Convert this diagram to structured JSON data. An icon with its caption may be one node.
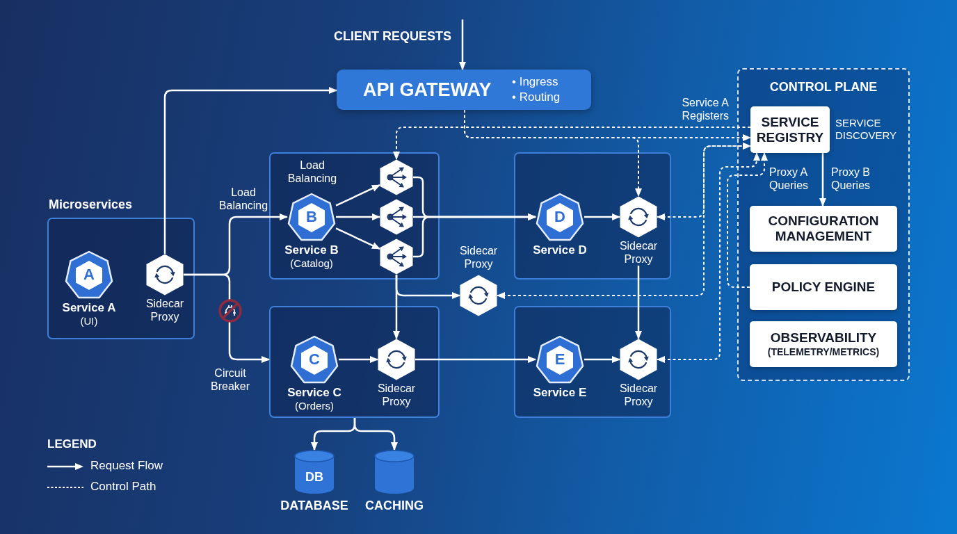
{
  "diagram": {
    "nodes": [
      {
        "text": [
          "API GATEWAY",
          "• Ingress",
          "• Routing"
        ]
      },
      {
        "text": [
          "Microservices"
        ]
      },
      {
        "text": [
          "A"
        ],
        "in": 1,
        "beside": [
          "Service A",
          "(UI)"
        ]
      },
      {
        "text": [],
        "shape": "hexagon",
        "in": 1,
        "beside": [
          "Sidecar Proxy"
        ]
      },
      {
        "text": [
          "Load Balancing"
        ]
      },
      {
        "text": [
          "B"
        ],
        "in": 4,
        "beside": [
          "Service B",
          "(Catalog)"
        ]
      },
      {
        "text": [],
        "shape": "hexagon",
        "in": 4
      },
      {
        "text": [],
        "shape": "hexagon",
        "in": 4
      },
      {
        "text": [],
        "shape": "hexagon",
        "in": 4
      },
      {
        "text": [],
        "shape": "box"
      },
      {
        "text": [
          "D"
        ],
        "in": 9,
        "beside": [
          "Service D"
        ]
      },
      {
        "text": [],
        "shape": "hexagon",
        "in": 9,
        "beside": [
          "Sidecar Proxy"
        ]
      },
      {
        "text": [],
        "shape": "hexagon",
        "beside": [
          "Sidecar Proxy"
        ]
      },
      {
        "text": [],
        "shape": "box"
      },
      {
        "text": [
          "C"
        ],
        "in": 13,
        "beside": [
          "Service C",
          "(Orders)"
        ]
      },
      {
        "text": [],
        "shape": "hexagon",
        "in": 13,
        "beside": [
          "Sidecar Proxy"
        ]
      },
      {
        "text": [],
        "shape": "box"
      },
      {
        "text": [
          "E"
        ],
        "in": 16,
        "beside": [
          "Service E"
        ]
      },
      {
        "text": [],
        "shape": "hexagon",
        "in": 16,
        "beside": [
          "Sidecar Proxy"
        ]
      },
      {
        "text": [
          "CONTROL PLANE"
        ]
      },
      {
        "text": [
          "SERVICE REGISTRY"
        ],
        "in": 19,
        "beside": [
          "SERVICE DISCOVERY"
        ]
      },
      {
        "text": [
          "CONFIGURATION MANAGEMENT"
        ],
        "in": 19
      },
      {
        "text": [
          "POLICY ENGINE"
        ],
        "in": 19
      },
      {
        "text": [
          "OBSERVABILITY",
          "(TELEMETRY/METRICS)"
        ],
        "in": 19
      },
      {
        "text": [
          "DB"
        ],
        "beside": [
          "DATABASE"
        ]
      },
      {
        "text": [],
        "shape": "cylinder",
        "beside": [
          "CACHING"
        ]
      }
    ],
    "edges": [
      {
        "from": null,
        "to": 0,
        "arrow": "to",
        "label": "CLIENT REQUESTS"
      },
      {
        "from": 3,
        "to": 0,
        "arrow": "to"
      },
      {
        "from": 3,
        "to": 5,
        "arrow": "to",
        "label": "Load Balancing"
      },
      {
        "from": 3,
        "to": 13,
        "arrow": "to",
        "label": "Circuit Breaker"
      },
      {
        "from": 5,
        "to": 6,
        "arrow": "to"
      },
      {
        "from": 5,
        "to": 7,
        "arrow": "to"
      },
      {
        "from": 5,
        "to": 8,
        "arrow": "to"
      },
      {
        "from": 6,
        "to": 10,
        "arrow": "to"
      },
      {
        "from": 7,
        "to": 10,
        "arrow": "to"
      },
      {
        "from": 8,
        "to": 10,
        "arrow": "to"
      },
      {
        "from": 10,
        "to": 11,
        "arrow": "to"
      },
      {
        "from": 8,
        "to": 15,
        "arrow": "to"
      },
      {
        "from": 8,
        "to": 12,
        "arrow": "to"
      },
      {
        "from": 14,
        "to": 15,
        "arrow": "to"
      },
      {
        "from": 15,
        "to": 17,
        "arrow": "to"
      },
      {
        "from": 17,
        "to": 18,
        "arrow": "to"
      },
      {
        "from": 11,
        "to": 18,
        "arrow": "to"
      },
      {
        "from": 13,
        "to": 24,
        "arrow": "to"
      },
      {
        "from": 13,
        "to": 25,
        "arrow": "to"
      },
      {
        "from": 0,
        "to": 20,
        "arrow": "to",
        "style": "dashed"
      },
      {
        "from": 20,
        "to": 6,
        "arrow": "to",
        "style": "dashed"
      },
      {
        "from": 0,
        "to": 11,
        "arrow": "to",
        "style": "dashed"
      },
      {
        "from": 11,
        "to": 20,
        "arrow": "both",
        "style": "dashed"
      },
      {
        "from": 12,
        "to": 20,
        "arrow": "both",
        "style": "dashed"
      },
      {
        "from": 18,
        "to": 20,
        "arrow": "both",
        "style": "dashed"
      },
      {
        "from": 22,
        "to": 20,
        "arrow": "to",
        "style": "dashed"
      },
      {
        "from": 20,
        "to": 21,
        "arrow": "to"
      }
    ],
    "labels": [
      "Service A Registers",
      "Proxy A Queries",
      "Proxy B Queries",
      "LEGEND"
    ],
    "legend": [
      {
        "text": "Request Flow"
      },
      {
        "text": "Control Path"
      }
    ]
  }
}
